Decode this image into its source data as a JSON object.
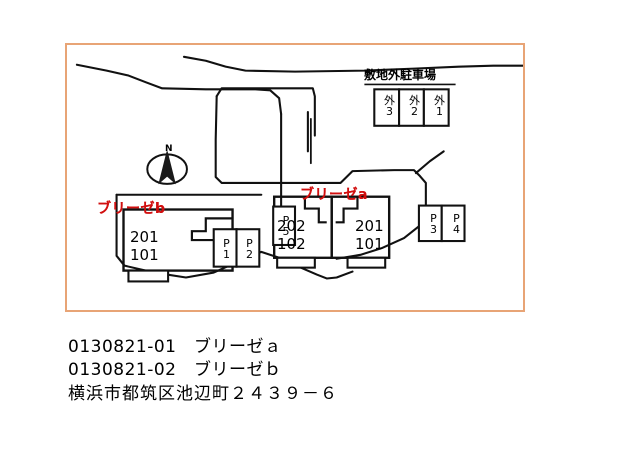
{
  "document": {
    "type": "property-site-plan"
  },
  "frame": {
    "border_color": "#e8a476"
  },
  "map": {
    "compass": {
      "label": "N"
    },
    "buildings": [
      {
        "name": "ブリーゼb",
        "name_color": "#d10f0f",
        "units": [
          "201",
          "101"
        ]
      },
      {
        "name": "ブリーゼa",
        "name_color": "#d10f0f",
        "wings": [
          {
            "units": [
              "202",
              "102"
            ]
          },
          {
            "units": [
              "201",
              "101"
            ]
          }
        ]
      }
    ],
    "onsite_parking": [
      {
        "line1": "P",
        "line2": "5"
      },
      {
        "line1": "P",
        "line2": "1"
      },
      {
        "line1": "P",
        "line2": "2"
      },
      {
        "line1": "P",
        "line2": "3"
      },
      {
        "line1": "P",
        "line2": "4"
      }
    ],
    "offsite_parking": {
      "title": "敷地外駐車場",
      "stalls": [
        {
          "line1": "外",
          "line2": "3"
        },
        {
          "line1": "外",
          "line2": "2"
        },
        {
          "line1": "外",
          "line2": "1"
        }
      ]
    }
  },
  "caption": {
    "lines": [
      "0130821-01　ブリーゼａ",
      "0130821-02　ブリーゼｂ",
      "横浜市都筑区池辺町２４３９－６"
    ]
  }
}
